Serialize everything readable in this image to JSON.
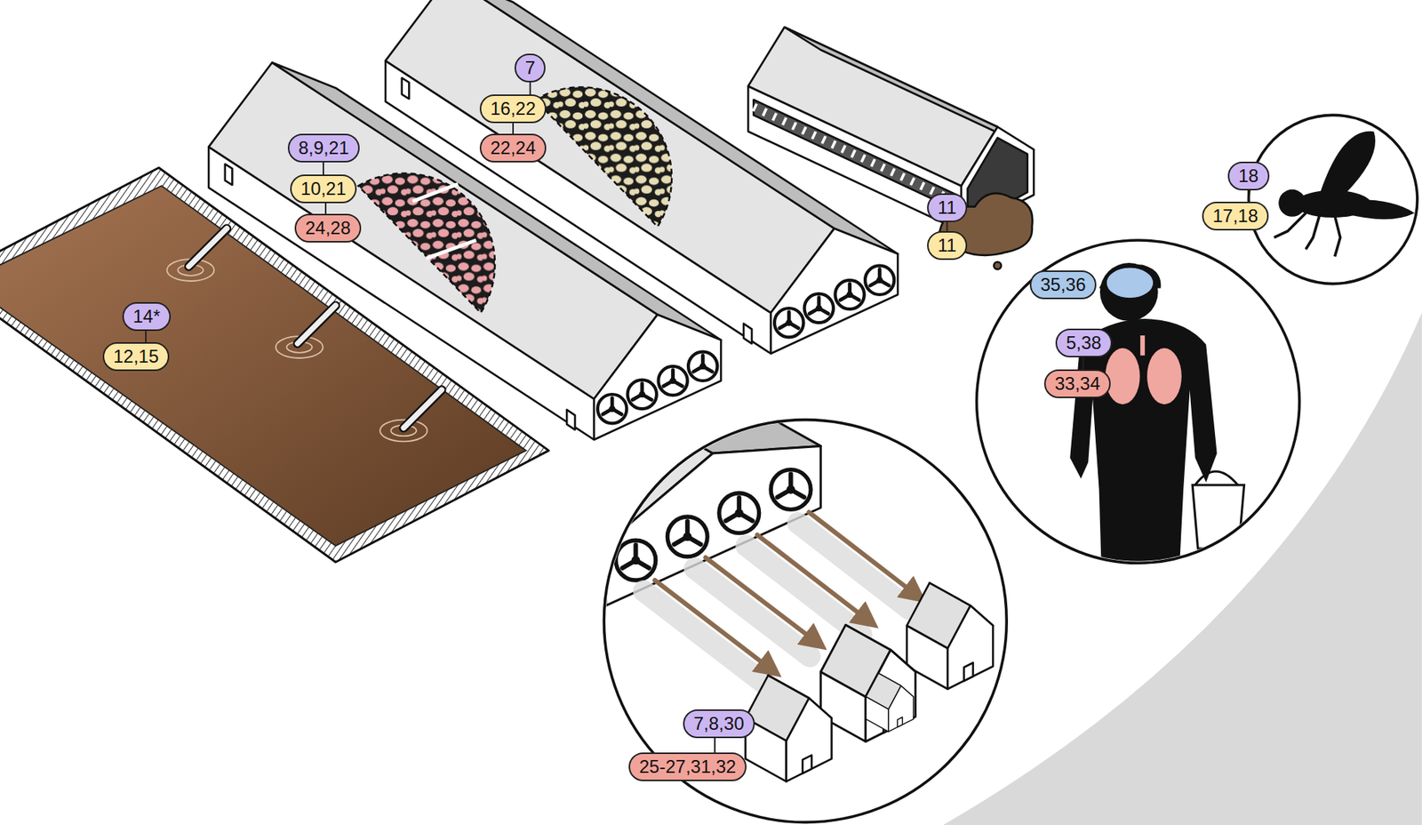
{
  "diagram": {
    "nodes": [
      {
        "text": [
          "14*"
        ]
      },
      {
        "text": [
          "12,15"
        ]
      },
      {
        "text": [
          "8,9,21"
        ]
      },
      {
        "text": [
          "10,21"
        ]
      },
      {
        "text": [
          "24,28"
        ]
      },
      {
        "text": [
          "7"
        ]
      },
      {
        "text": [
          "16,22"
        ]
      },
      {
        "text": [
          "22,24"
        ]
      },
      {
        "text": [
          "11"
        ]
      },
      {
        "text": [
          "11"
        ]
      },
      {
        "text": [
          "18"
        ]
      },
      {
        "text": [
          "17,18"
        ]
      },
      {
        "text": [
          "35,36"
        ]
      },
      {
        "text": [
          "5,38"
        ]
      },
      {
        "text": [
          "33,34"
        ]
      },
      {
        "text": [
          "7,8,30"
        ]
      },
      {
        "text": [
          "25-27,31,32"
        ]
      }
    ],
    "edges": [
      {
        "from": 0,
        "to": 1,
        "arrow": "none"
      },
      {
        "from": 2,
        "to": 3,
        "arrow": "none"
      },
      {
        "from": 3,
        "to": 4,
        "arrow": "none"
      },
      {
        "from": 5,
        "to": 6,
        "arrow": "none"
      },
      {
        "from": 6,
        "to": 7,
        "arrow": "none"
      },
      {
        "from": 8,
        "to": 9,
        "arrow": "none"
      },
      {
        "from": 10,
        "to": 11,
        "arrow": "none"
      },
      {
        "from": 13,
        "to": 14,
        "arrow": "none"
      },
      {
        "from": 15,
        "to": 16,
        "arrow": "none"
      }
    ]
  }
}
